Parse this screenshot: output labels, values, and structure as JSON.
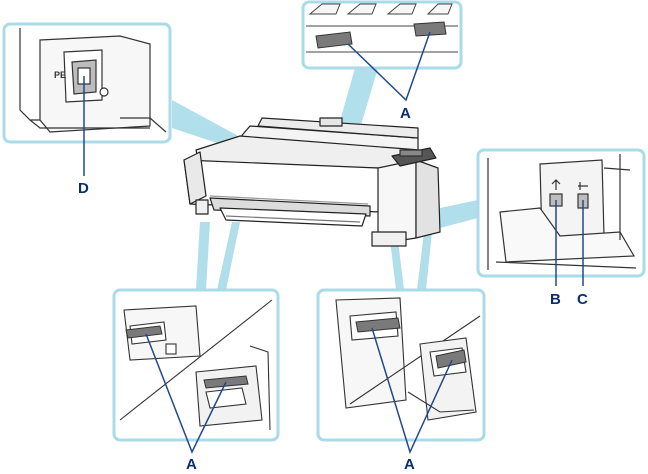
{
  "colors": {
    "frame": "#a9dbe9",
    "beam": "#a9dbe9",
    "line": "#1f4a8c",
    "label": "#0b2e6e",
    "outline": "#222222",
    "slot": "#7a7a7a"
  },
  "labels": {
    "a_top": "A",
    "a_bottom_left": "A",
    "a_bottom_right": "A",
    "b": "B",
    "c": "C",
    "d": "D"
  },
  "panel_marks": {
    "power_panel_mark": "PE"
  },
  "icons": {
    "lan_port": "network-port-icon",
    "usb_port": "usb-port-icon"
  }
}
